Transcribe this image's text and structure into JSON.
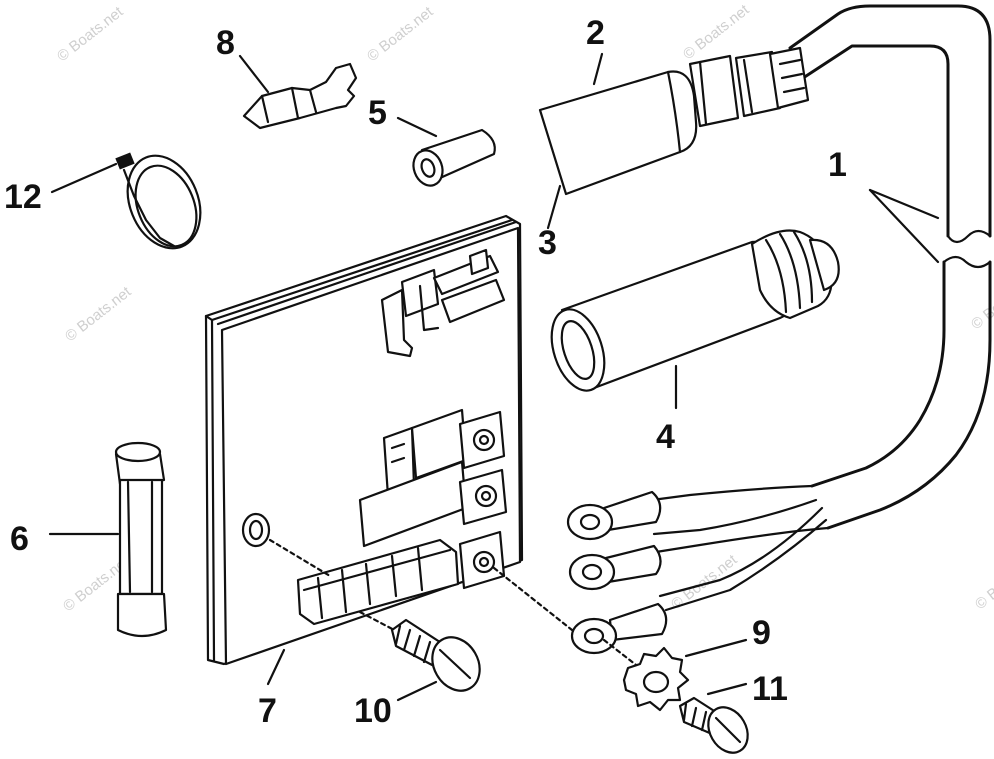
{
  "diagram": {
    "callouts": [
      "1",
      "2",
      "3",
      "4",
      "5",
      "6",
      "7",
      "8",
      "9",
      "10",
      "11",
      "12"
    ],
    "watermark_text": "© Boats.net"
  }
}
